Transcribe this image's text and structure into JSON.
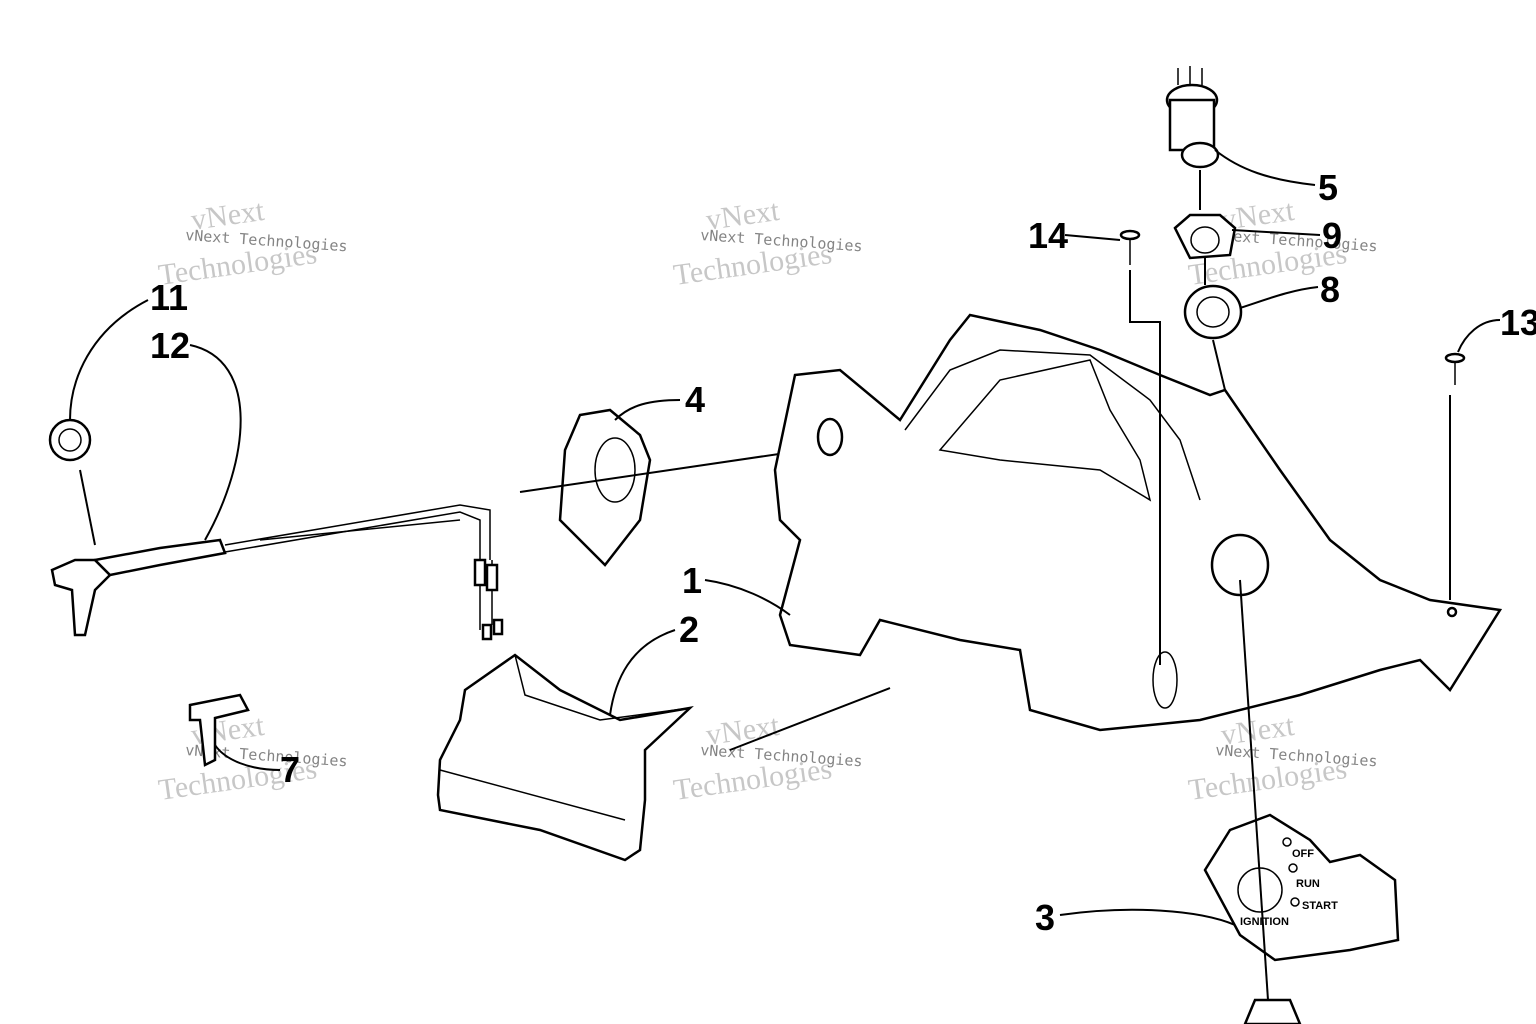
{
  "watermarks": [
    {
      "big": "vNext",
      "big2": "Technologies",
      "small": "vNext Technologies"
    },
    {
      "big": "vNext",
      "big2": "Technologies",
      "small": "vNext Technologies"
    },
    {
      "big": "vNext",
      "big2": "Technologies",
      "small": "vNext Technologies"
    },
    {
      "big": "vNext",
      "big2": "Technologies",
      "small": "vNext Technologies"
    },
    {
      "big": "vNext",
      "big2": "Technologies",
      "small": "vNext Technologies"
    },
    {
      "big": "vNext",
      "big2": "Technologies",
      "small": "vNext Technologies"
    }
  ],
  "callouts": {
    "c1": "1",
    "c2": "2",
    "c3": "3",
    "c4": "4",
    "c5": "5",
    "c7": "7",
    "c8": "8",
    "c9": "9",
    "c11": "11",
    "c12": "12",
    "c13": "13",
    "c14": "14"
  },
  "ignition_plate": {
    "off": "OFF",
    "run": "RUN",
    "start": "START",
    "ignition": "IGNITION"
  }
}
